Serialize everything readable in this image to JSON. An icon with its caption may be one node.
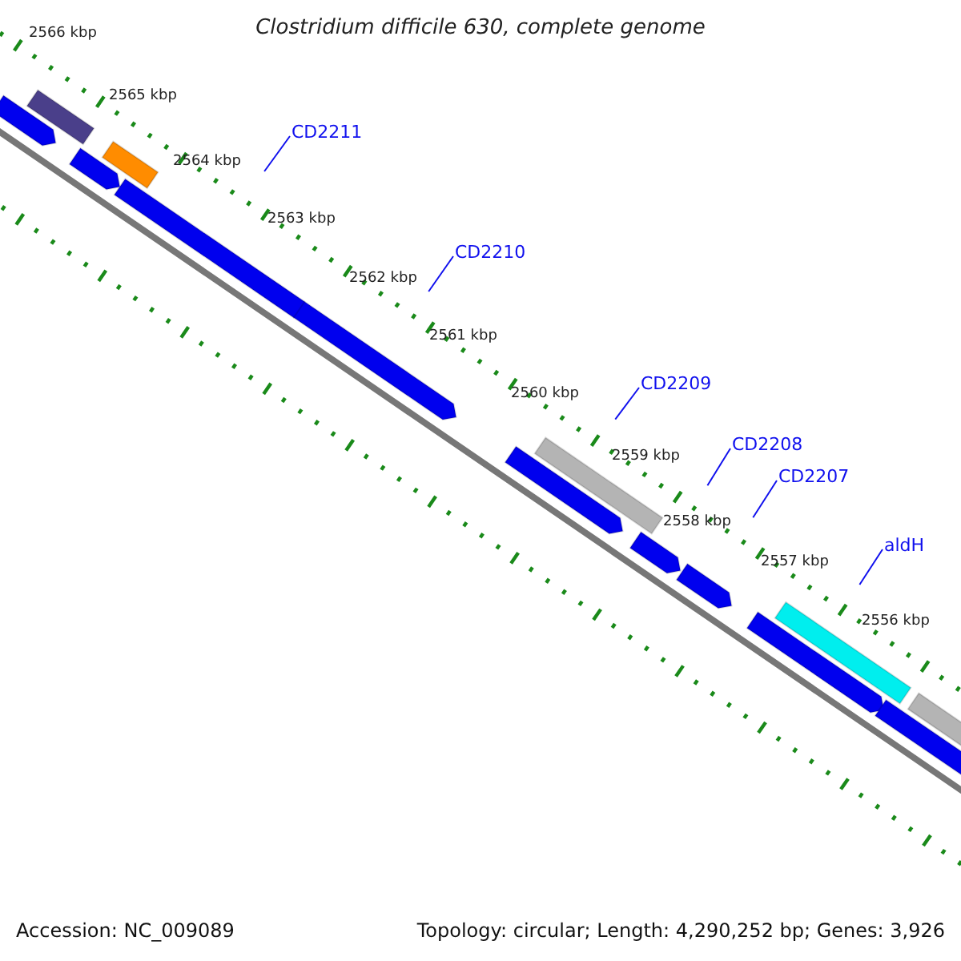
{
  "diagram": {
    "title": "Clostridium difficile 630, complete genome",
    "nodes": [
      {
        "text": [
          "CD2211"
        ]
      },
      {
        "text": [
          "CD2210"
        ]
      },
      {
        "text": [
          "CD2209"
        ]
      },
      {
        "text": [
          "CD2208"
        ]
      },
      {
        "text": [
          "CD2207"
        ]
      },
      {
        "text": [
          "aldH"
        ]
      }
    ],
    "edges": [
      {
        "from": 0,
        "to": null,
        "arrow": "none"
      },
      {
        "from": 1,
        "to": null,
        "arrow": "none"
      },
      {
        "from": 2,
        "to": null,
        "arrow": "none"
      },
      {
        "from": 3,
        "to": null,
        "arrow": "none"
      },
      {
        "from": 4,
        "to": null,
        "arrow": "none"
      },
      {
        "from": 5,
        "to": null,
        "arrow": "none"
      }
    ],
    "labels": [
      "2566 kbp",
      "2565 kbp",
      "2564 kbp",
      "2563 kbp",
      "2562 kbp",
      "2561 kbp",
      "2560 kbp",
      "2559 kbp",
      "2558 kbp",
      "2557 kbp",
      "2556 kbp",
      "Accession: NC_009089",
      "Topology: circular; Length: 4,290,252 bp; Genes: 3,926"
    ]
  }
}
